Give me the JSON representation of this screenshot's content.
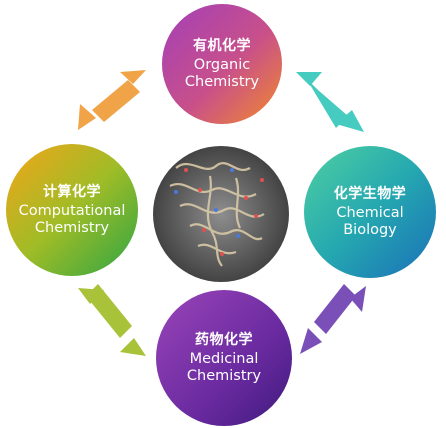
{
  "nodes": {
    "organic": {
      "zh": "有机化学",
      "en_line1": "Organic",
      "en_line2": "Chemistry"
    },
    "chemical_biology": {
      "zh": "化学生物学",
      "en_line1": "Chemical",
      "en_line2": "Biology"
    },
    "medicinal": {
      "zh": "药物化学",
      "en_line1": "Medicinal",
      "en_line2": "Chemistry"
    },
    "computational": {
      "zh": "计算化学",
      "en_line1": "Computational",
      "en_line2": "Chemistry"
    }
  },
  "center_image": {
    "icon": "protein-structure-icon"
  },
  "colors": {
    "organic": [
      "#9b3fb0",
      "#f08a2c"
    ],
    "chemical_biology": [
      "#3fc7a8",
      "#1a7fb5"
    ],
    "medicinal": [
      "#8a3fb0",
      "#4a1e86"
    ],
    "computational": [
      "#f0a21c",
      "#3fae3a"
    ],
    "arrow_top_left": "#f0a347",
    "arrow_top_right": "#45cbc0",
    "arrow_bottom_right": "#7a4fb8",
    "arrow_bottom_left": "#a8c23a"
  }
}
